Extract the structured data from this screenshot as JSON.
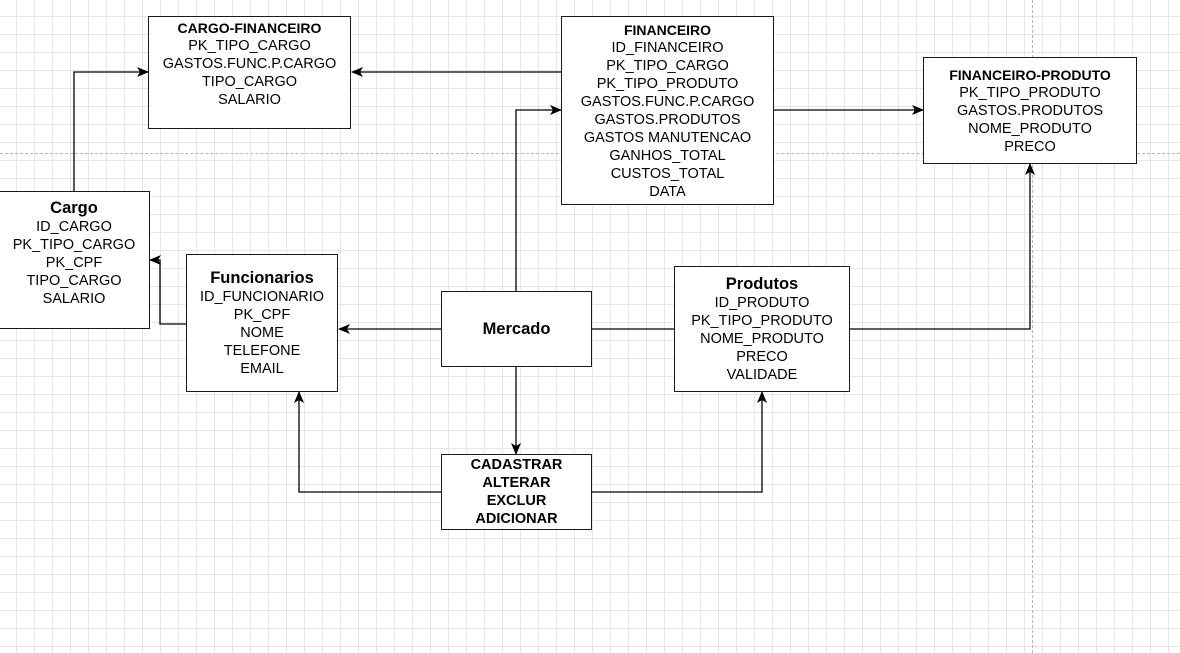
{
  "entities": {
    "cargo_financeiro": {
      "title": "CARGO-FINANCEIRO",
      "fields": [
        "PK_TIPO_CARGO",
        "GASTOS.FUNC.P.CARGO",
        "TIPO_CARGO",
        "SALARIO"
      ]
    },
    "financeiro": {
      "title": "FINANCEIRO",
      "fields": [
        "ID_FINANCEIRO",
        "PK_TIPO_CARGO",
        "PK_TIPO_PRODUTO",
        "GASTOS.FUNC.P.CARGO",
        "GASTOS.PRODUTOS",
        "GASTOS MANUTENCAO",
        "GANHOS_TOTAL",
        "CUSTOS_TOTAL",
        "DATA"
      ]
    },
    "financeiro_produto": {
      "title": "FINANCEIRO-PRODUTO",
      "fields": [
        "PK_TIPO_PRODUTO",
        "GASTOS.PRODUTOS",
        "NOME_PRODUTO",
        "PRECO"
      ]
    },
    "cargo": {
      "title": "Cargo",
      "fields": [
        "ID_CARGO",
        "PK_TIPO_CARGO",
        "PK_CPF",
        "TIPO_CARGO",
        "SALARIO"
      ]
    },
    "funcionarios": {
      "title": "Funcionarios",
      "fields": [
        "ID_FUNCIONARIO",
        "PK_CPF",
        "NOME",
        "TELEFONE",
        "EMAIL"
      ]
    },
    "produtos": {
      "title": "Produtos",
      "fields": [
        "ID_PRODUTO",
        "PK_TIPO_PRODUTO",
        "NOME_PRODUTO",
        "PRECO",
        "VALIDADE"
      ]
    },
    "mercado": {
      "title": "Mercado"
    },
    "acoes": {
      "lines": [
        "CADASTRAR",
        "ALTERAR",
        "EXCLUR",
        "ADICIONAR"
      ]
    }
  },
  "edges": [
    {
      "from": "financeiro",
      "to": "cargo_financeiro"
    },
    {
      "from": "financeiro",
      "to": "financeiro_produto"
    },
    {
      "from": "cargo",
      "to": "cargo_financeiro"
    },
    {
      "from": "funcionarios",
      "to": "cargo"
    },
    {
      "from": "mercado",
      "to": "funcionarios"
    },
    {
      "from": "mercado",
      "to": "financeiro"
    },
    {
      "from": "mercado",
      "to": "acoes"
    },
    {
      "from": "produtos",
      "to": "financeiro_produto"
    },
    {
      "from": "acoes",
      "to": "funcionarios"
    },
    {
      "from": "acoes",
      "to": "produtos"
    }
  ],
  "colors": {
    "line": "#000000",
    "border": "#1a1a1a",
    "grid": "#e6e6e6",
    "background": "#ffffff"
  }
}
